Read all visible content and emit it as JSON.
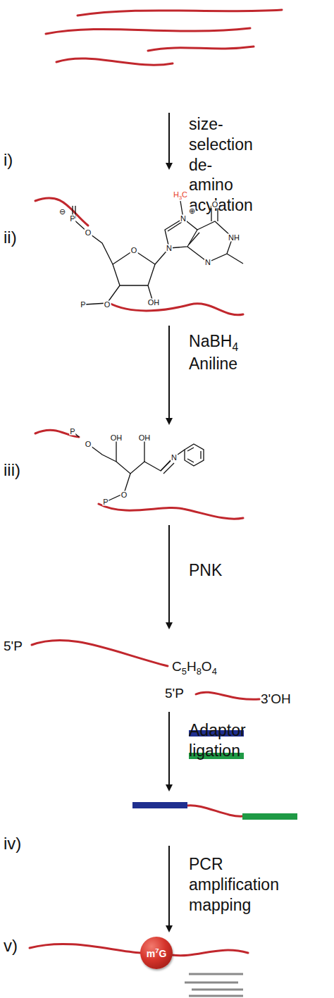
{
  "diagram": {
    "nodes": [
      {
        "text": [
          "m7G"
        ]
      }
    ],
    "labels": [
      "i)",
      "size-selection de-amino acylation",
      "ii)",
      "H3C",
      "N",
      "⊕",
      "N",
      "N",
      "NH",
      "O",
      "O",
      "OH",
      "O",
      "P",
      "O",
      "P",
      "⊖",
      "NaBH4 Aniline",
      "iii)",
      "O",
      "P",
      "OH",
      "OH",
      "O",
      "P",
      "N",
      "PNK",
      "5'P",
      "C5H8O4",
      "5'P",
      "3'OH",
      "Adaptor ligation",
      "iv)",
      "PCR amplification mapping",
      "v)"
    ]
  }
}
